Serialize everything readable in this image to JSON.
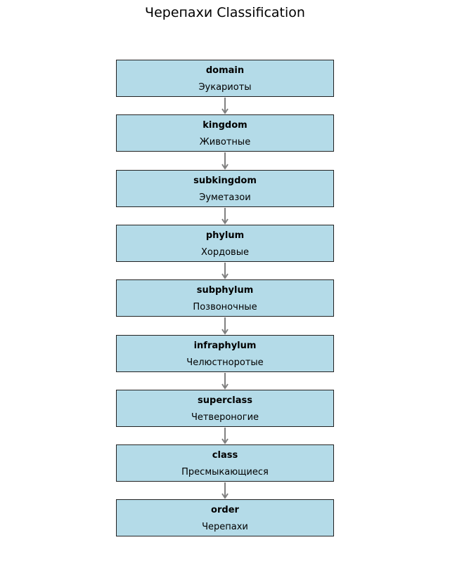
{
  "title": "Черепахи Classification",
  "colors": {
    "box_fill": "#b4dbe8",
    "box_border": "#222222",
    "arrow": "#808080"
  },
  "levels": [
    {
      "rank": "domain",
      "taxon": "Эукариоты"
    },
    {
      "rank": "kingdom",
      "taxon": "Животные"
    },
    {
      "rank": "subkingdom",
      "taxon": "Эуметазои"
    },
    {
      "rank": "phylum",
      "taxon": "Хордовые"
    },
    {
      "rank": "subphylum",
      "taxon": "Позвоночные"
    },
    {
      "rank": "infraphylum",
      "taxon": "Челюстноротые"
    },
    {
      "rank": "superclass",
      "taxon": "Четвероногие"
    },
    {
      "rank": "class",
      "taxon": "Пресмыкающиеся"
    },
    {
      "rank": "order",
      "taxon": "Черепахи"
    }
  ]
}
